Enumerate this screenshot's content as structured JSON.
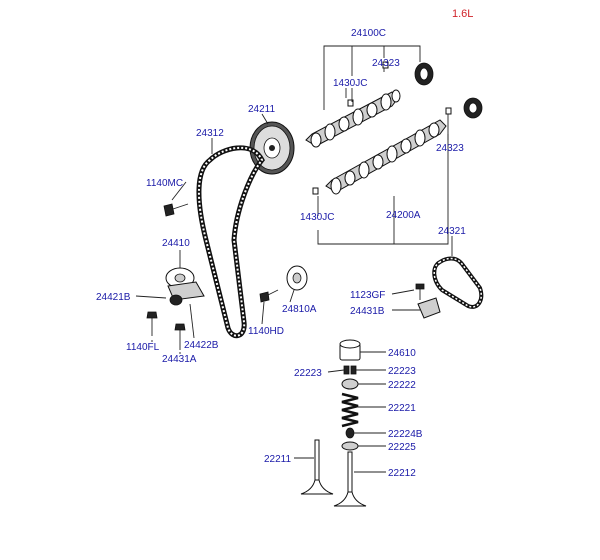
{
  "engine": "1.6L",
  "labels": {
    "l24100C": "24100C",
    "l24323a": "24323",
    "l1430JCa": "1430JC",
    "l24211": "24211",
    "l24312": "24312",
    "l24323b": "24323",
    "l1140MC": "1140MC",
    "l1430JCb": "1430JC",
    "l24200A": "24200A",
    "l24321": "24321",
    "l24410": "24410",
    "l24421B": "24421B",
    "l1123GF": "1123GF",
    "l24431B": "24431B",
    "l24810A": "24810A",
    "l1140FL": "1140FL",
    "l24422B": "24422B",
    "l1140HD": "1140HD",
    "l24431A": "24431A",
    "l24610": "24610",
    "l22223a": "22223",
    "l22223b": "22223",
    "l22222": "22222",
    "l22221": "22221",
    "l22224B": "22224B",
    "l22225": "22225",
    "l22211": "22211",
    "l22212": "22212"
  }
}
